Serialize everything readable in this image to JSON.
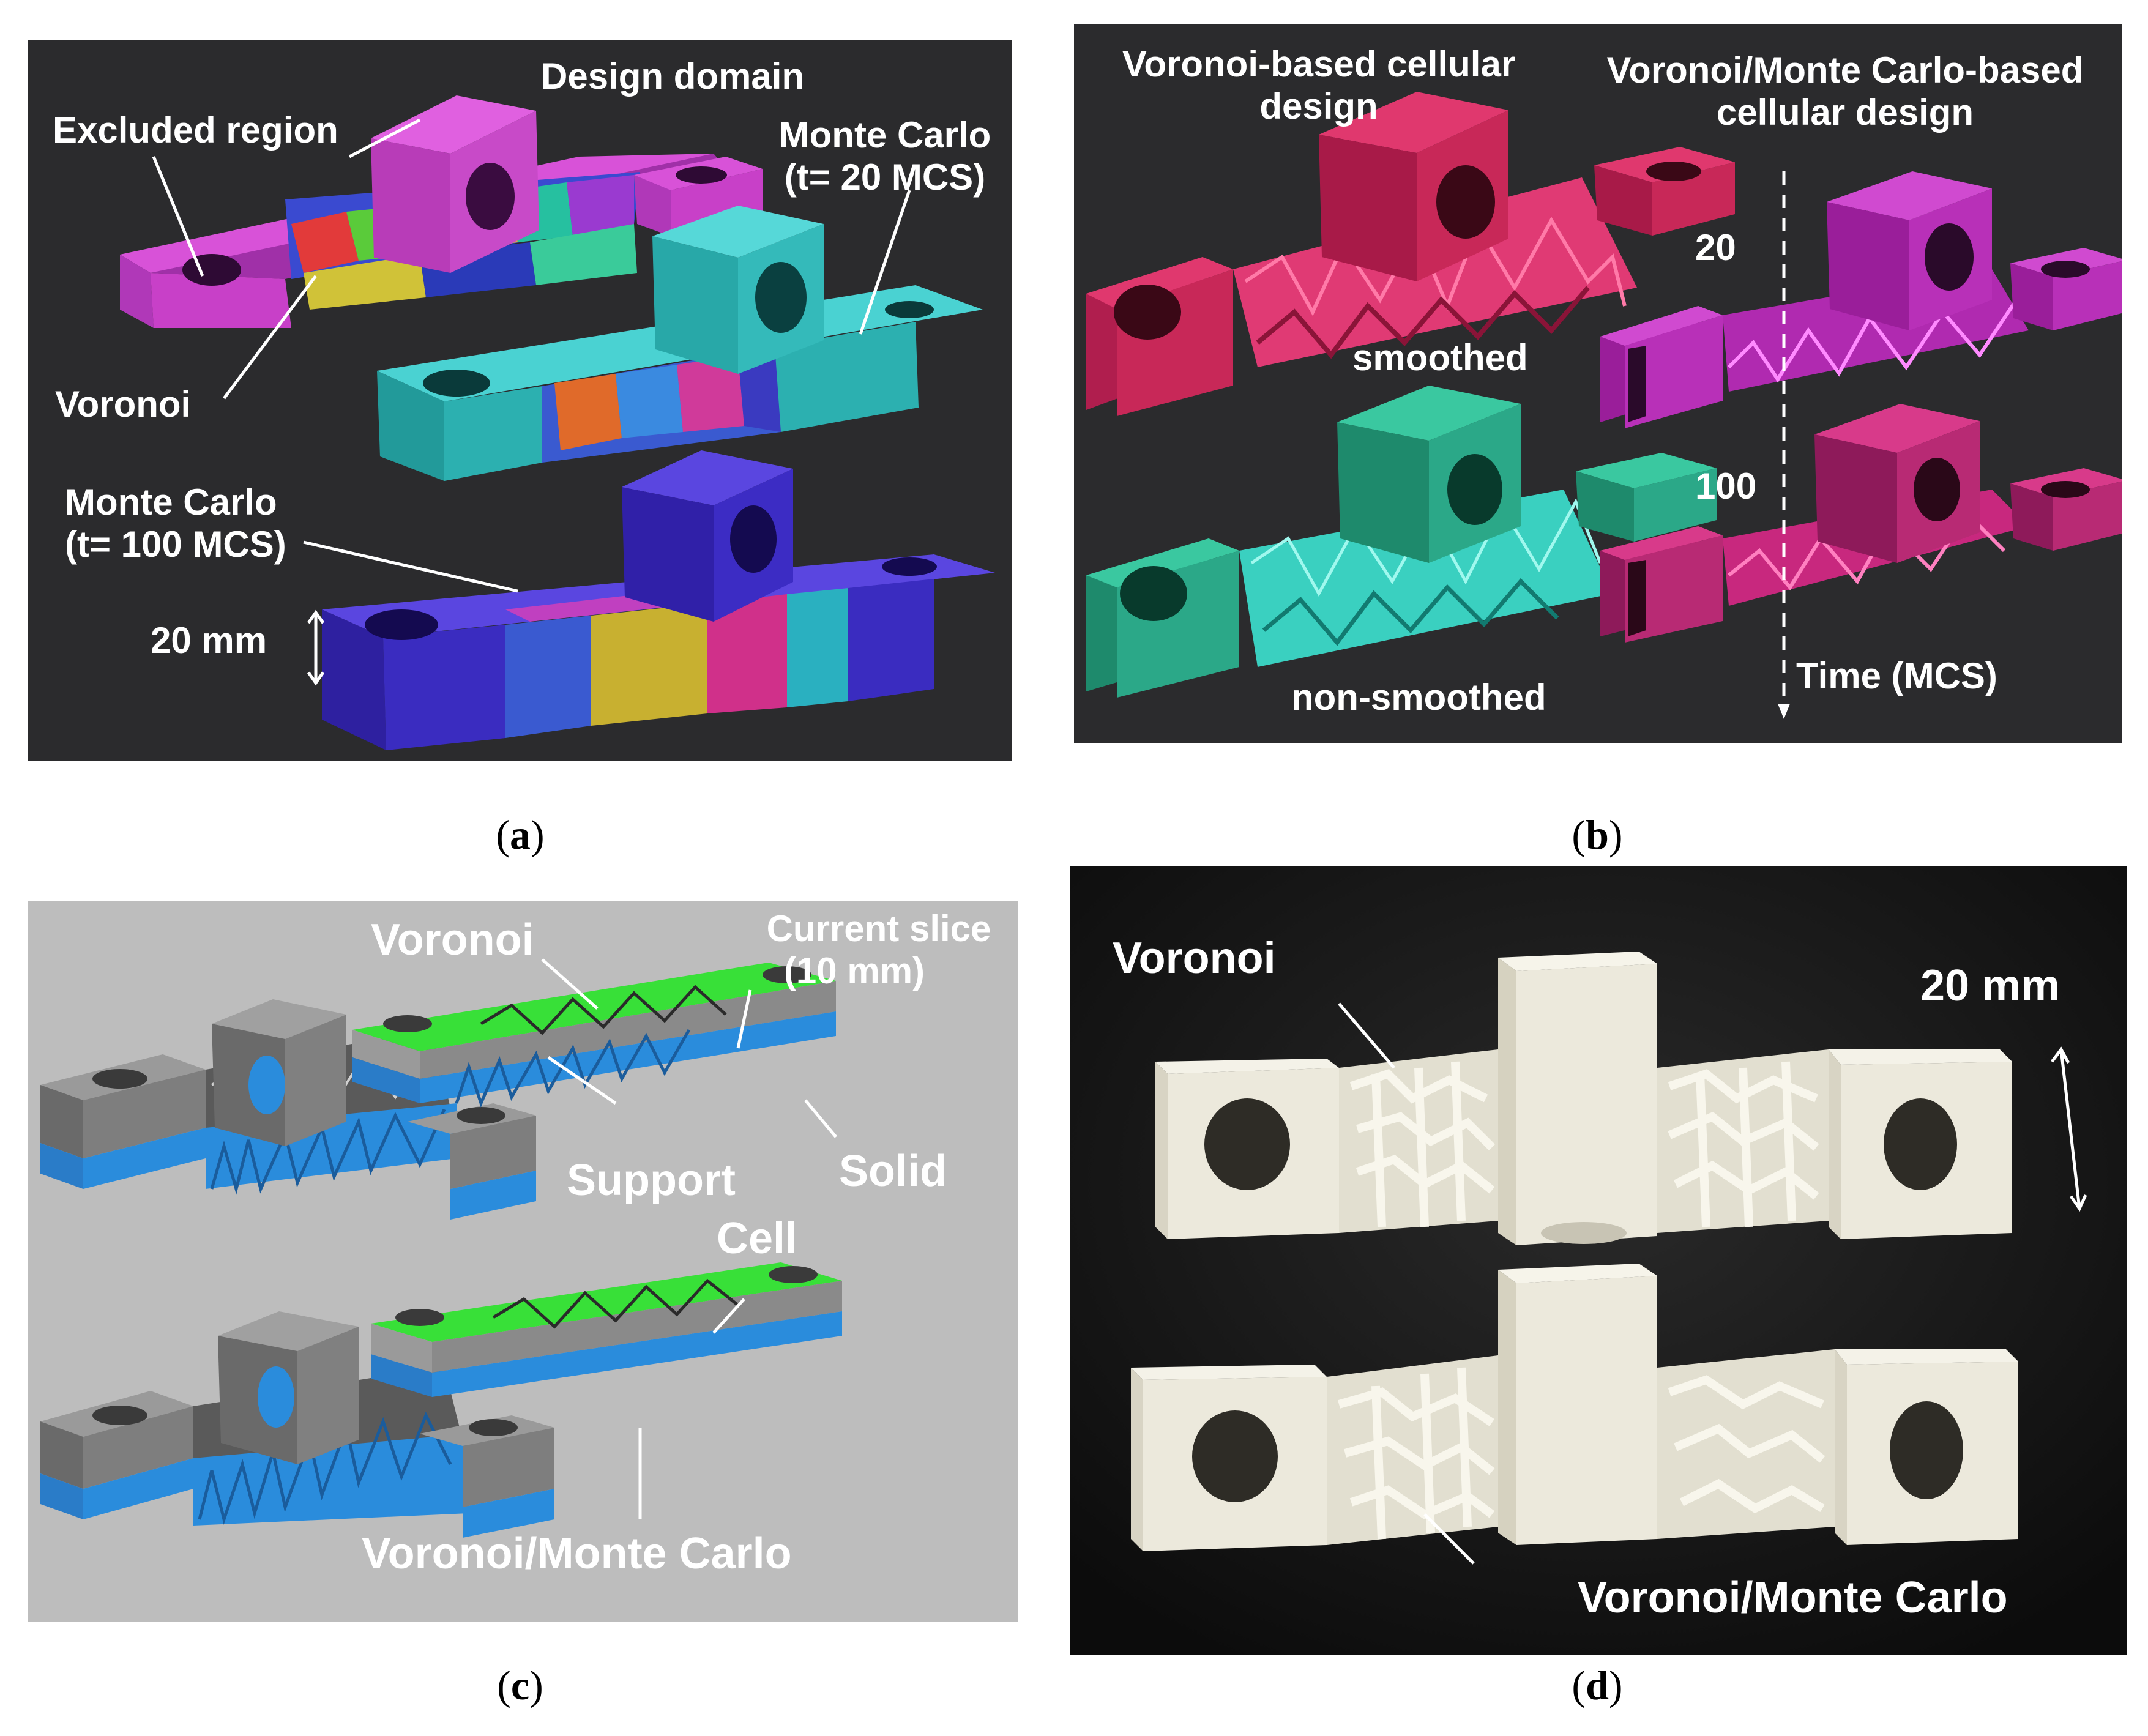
{
  "panels": {
    "a": {
      "caption": "a",
      "labels": {
        "design_domain": "Design domain",
        "excluded_region": "Excluded region",
        "monte_carlo_20_line1": "Monte Carlo",
        "monte_carlo_20_line2": "(t= 20 MCS)",
        "voronoi": "Voronoi",
        "monte_carlo_100_line1": "Monte Carlo",
        "monte_carlo_100_line2": "(t= 100 MCS)",
        "scale": "20 mm"
      }
    },
    "b": {
      "caption": "b",
      "labels": {
        "voronoi_design_line1": "Voronoi-based cellular",
        "voronoi_design_line2": "design",
        "vmc_design_line1": "Voronoi/Monte Carlo-based",
        "vmc_design_line2": "cellular design",
        "smoothed": "smoothed",
        "non_smoothed": "non-smoothed",
        "t20": "20",
        "t100": "100",
        "time_axis": "Time (MCS)"
      }
    },
    "c": {
      "caption": "c",
      "labels": {
        "voronoi": "Voronoi",
        "current_slice_line1": "Current slice",
        "current_slice_line2": "(10 mm)",
        "support": "Support",
        "solid": "Solid",
        "cell": "Cell",
        "vmc": "Voronoi/Monte Carlo"
      }
    },
    "d": {
      "caption": "d",
      "labels": {
        "voronoi": "Voronoi",
        "scale": "20 mm",
        "vmc": "Voronoi/Monte Carlo"
      }
    }
  },
  "colors": {
    "dark_bg": "#2b2b2d",
    "grey_bg": "#bdbdbd",
    "photo_bg": "#141414",
    "magenta": "#c83cc8",
    "teal": "#30b4b4",
    "indigo": "#3c2cc0",
    "crimson": "#c8285a",
    "green": "#2ba888",
    "slice_green": "#38e038",
    "support_blue": "#2a8cdc",
    "solid_grey": "#8a8a8a",
    "print_white": "#ece9dc"
  }
}
